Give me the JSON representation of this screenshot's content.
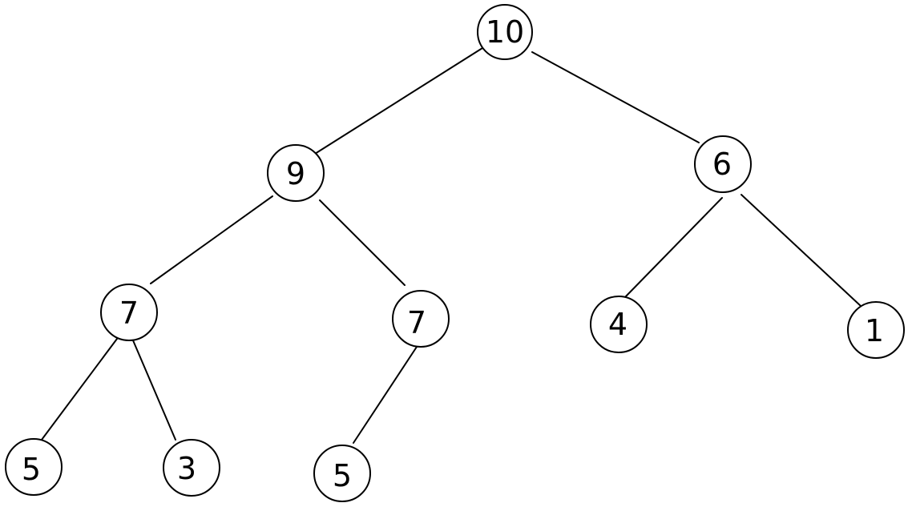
{
  "tree": {
    "nodes": [
      {
        "id": "n0",
        "label": "10"
      },
      {
        "id": "n1",
        "label": "9"
      },
      {
        "id": "n2",
        "label": "6"
      },
      {
        "id": "n3",
        "label": "7"
      },
      {
        "id": "n4",
        "label": "7"
      },
      {
        "id": "n5",
        "label": "4"
      },
      {
        "id": "n6",
        "label": "1"
      },
      {
        "id": "n7",
        "label": "5"
      },
      {
        "id": "n8",
        "label": "3"
      },
      {
        "id": "n9",
        "label": "5"
      }
    ],
    "edges": [
      {
        "from": "n0",
        "to": "n1"
      },
      {
        "from": "n0",
        "to": "n2"
      },
      {
        "from": "n1",
        "to": "n3"
      },
      {
        "from": "n1",
        "to": "n4"
      },
      {
        "from": "n2",
        "to": "n5"
      },
      {
        "from": "n2",
        "to": "n6"
      },
      {
        "from": "n3",
        "to": "n7"
      },
      {
        "from": "n3",
        "to": "n8"
      },
      {
        "from": "n4",
        "to": "n9"
      }
    ]
  }
}
